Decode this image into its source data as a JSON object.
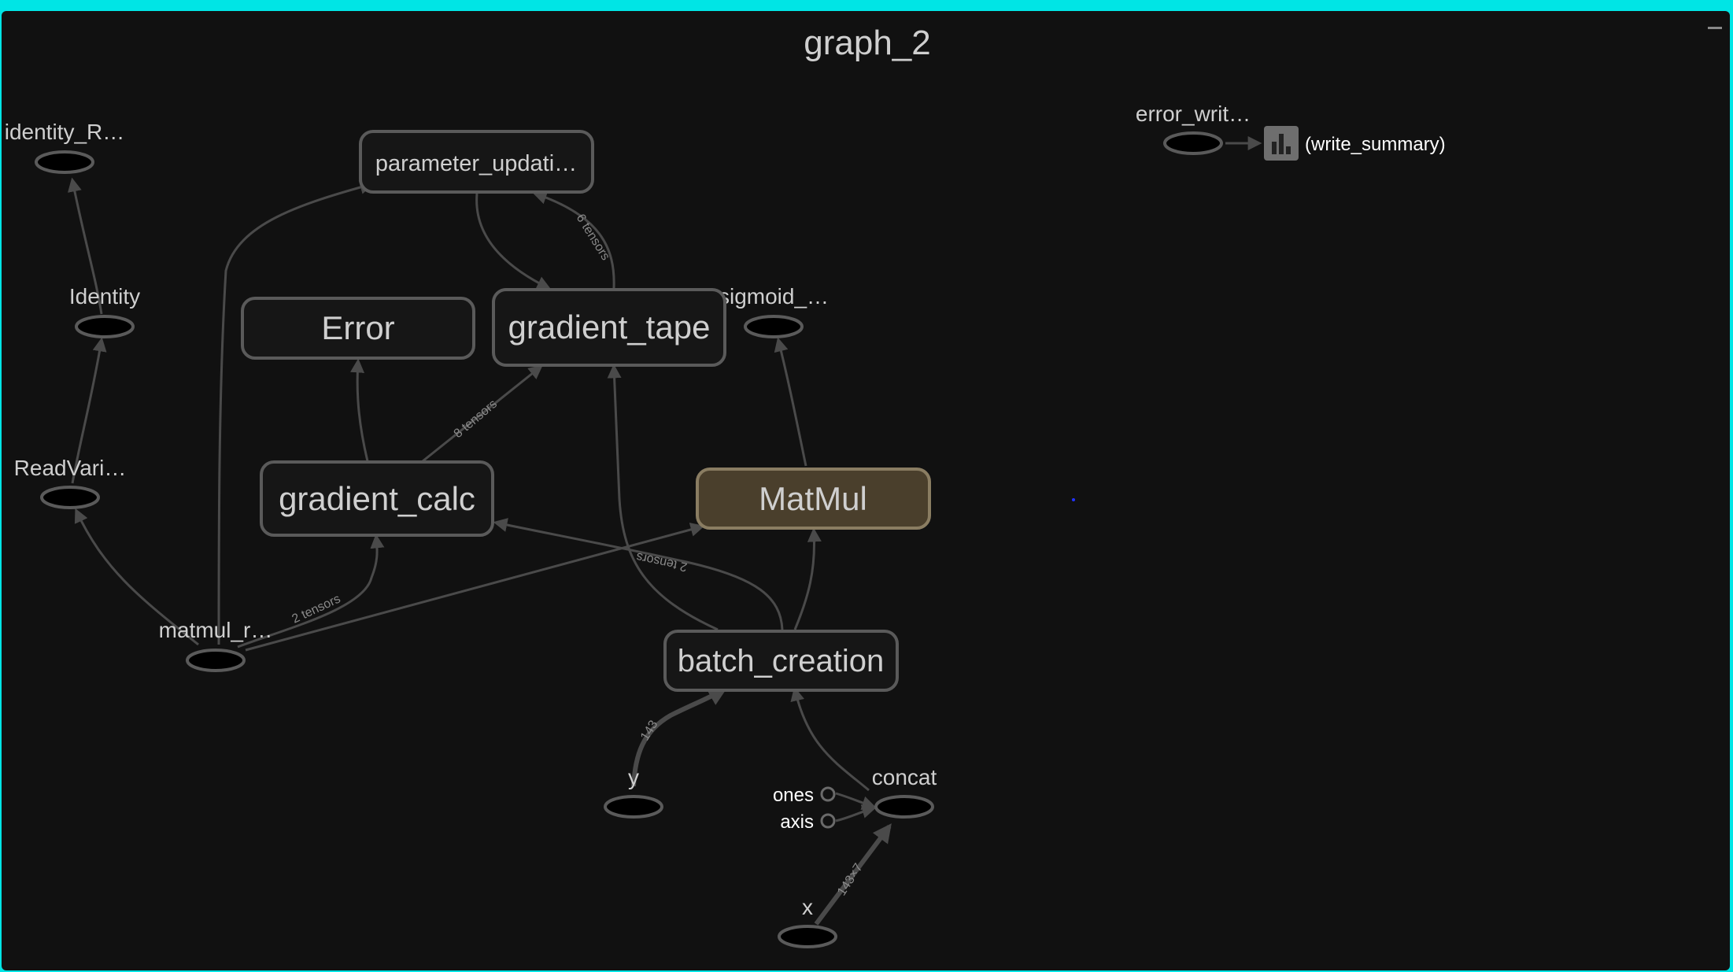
{
  "graph": {
    "title": "graph_2",
    "nodes": {
      "identity_r": "identity_R…",
      "identity": "Identity",
      "readvari": "ReadVari…",
      "matmul_r": "matmul_r…",
      "parameter_updating": "parameter_updati…",
      "error": "Error",
      "gradient_tape": "gradient_tape",
      "sigmoid": "sigmoid_…",
      "gradient_calc": "gradient_calc",
      "matmul": "MatMul",
      "batch_creation": "batch_creation",
      "y": "y",
      "concat": "concat",
      "ones": "ones",
      "axis": "axis",
      "x": "x",
      "error_writer": "error_writ…",
      "write_summary": "(write_summary)"
    },
    "edge_labels": {
      "six_tensors": "6 tensors",
      "eight_tensors": "8 tensors",
      "two_tensors_a": "2 tensors",
      "two_tensors_b": "2 tensors",
      "n143": "143",
      "n143x7": "143×7"
    },
    "icons": {
      "summary": "bar-chart-icon"
    },
    "colors": {
      "frame": "#00e5e5",
      "background": "#111111",
      "highlight": "#4a3f2c"
    }
  }
}
